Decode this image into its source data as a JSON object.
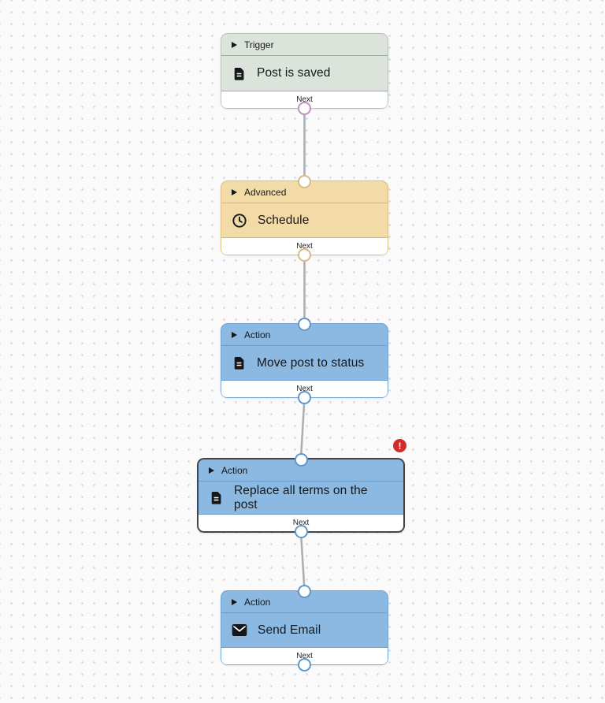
{
  "canvas": {
    "background_color": "#fafafb",
    "dot_color": "#d7d7db",
    "edge_color": "#aaadb2"
  },
  "nodes": [
    {
      "kind": "trigger",
      "type_label": "Trigger",
      "title": "Post is saved",
      "icon": "document-icon",
      "footer_label": "Next",
      "selected": false,
      "has_error": false,
      "colors": {
        "fill": "#dce3db",
        "border": "#b9c3b9",
        "output_handle": "#bc92be"
      }
    },
    {
      "kind": "advanced",
      "type_label": "Advanced",
      "title": "Schedule",
      "icon": "clock-icon",
      "footer_label": "Next",
      "selected": false,
      "has_error": false,
      "colors": {
        "fill": "#f2dba7",
        "border": "#debf81",
        "output_handle": "#d9b987"
      }
    },
    {
      "kind": "action",
      "type_label": "Action",
      "title": "Move post to status",
      "icon": "document-icon",
      "footer_label": "Next",
      "selected": false,
      "has_error": false,
      "colors": {
        "fill": "#8cb9e2",
        "border": "#74a4d2",
        "output_handle": "#5f99cb"
      }
    },
    {
      "kind": "action",
      "type_label": "Action",
      "title": "Replace all terms on the post",
      "icon": "document-icon",
      "footer_label": "Next",
      "selected": true,
      "has_error": true,
      "error_badge": {
        "symbol": "!",
        "color": "#d42a2a"
      },
      "colors": {
        "fill": "#8cb9e2",
        "border": "#41464c",
        "output_handle": "#5f99cb"
      }
    },
    {
      "kind": "action",
      "type_label": "Action",
      "title": "Send Email",
      "icon": "envelope-icon",
      "footer_label": "Next",
      "selected": false,
      "has_error": false,
      "colors": {
        "fill": "#8cb9e2",
        "border": "#74a4d2",
        "output_handle": "#5f99cb"
      }
    }
  ],
  "edges": [
    {
      "from": "Post is saved",
      "to": "Schedule"
    },
    {
      "from": "Schedule",
      "to": "Move post to status"
    },
    {
      "from": "Move post to status",
      "to": "Replace all terms on the post"
    },
    {
      "from": "Replace all terms on the post",
      "to": "Send Email"
    }
  ]
}
